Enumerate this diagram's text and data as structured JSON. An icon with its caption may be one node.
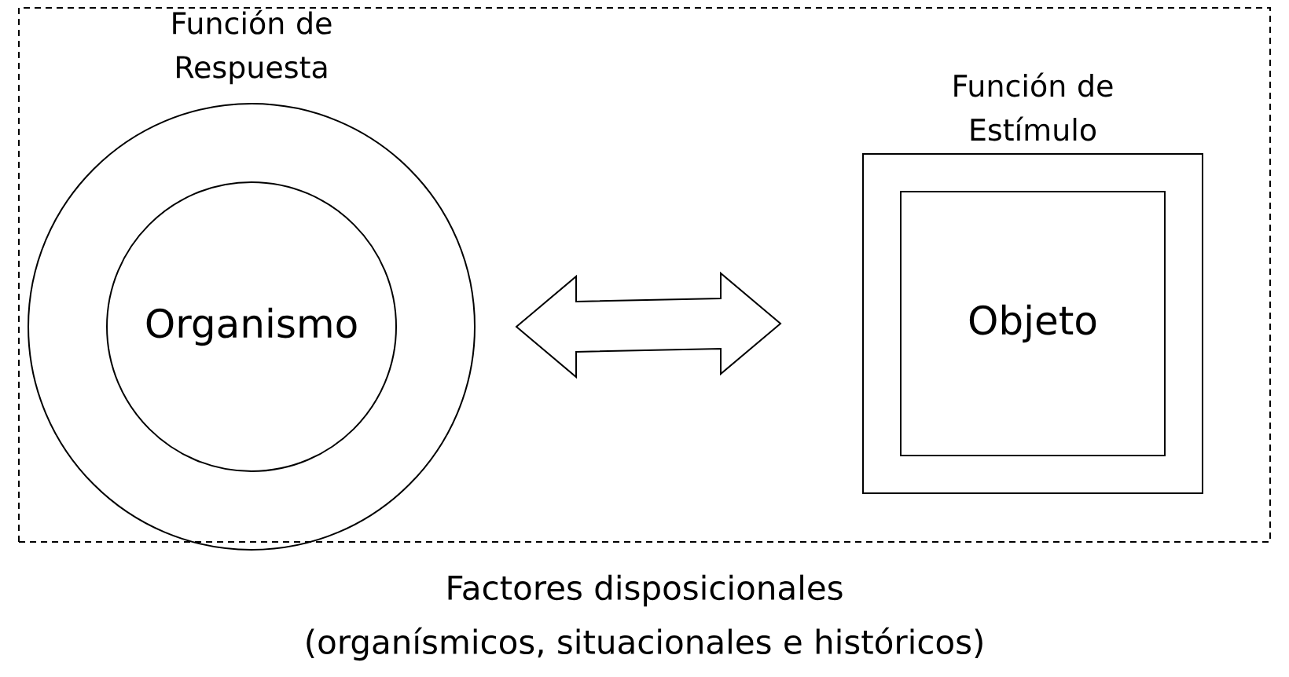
{
  "diagram": {
    "nodes": [
      {
        "text": [
          "Factores disposicionales",
          "(organísmicos, situacionales e históricos)"
        ]
      },
      {
        "text": [
          "Función de Respuesta"
        ],
        "in": 0
      },
      {
        "text": [
          "Organismo"
        ],
        "in": 1
      },
      {
        "text": [
          "Función de Estímulo"
        ],
        "in": 0
      },
      {
        "text": [
          "Objeto"
        ],
        "in": 3
      }
    ],
    "edges": [
      {
        "from": 1,
        "to": 3,
        "arrow": "both"
      }
    ]
  }
}
